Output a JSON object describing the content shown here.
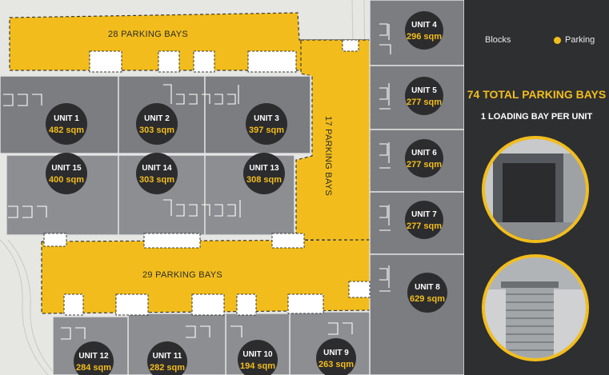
{
  "parking_areas": [
    {
      "id": "top",
      "label": "28 PARKING BAYS"
    },
    {
      "id": "mid",
      "label": "17 PARKING BAYS"
    },
    {
      "id": "bottom",
      "label": "29 PARKING BAYS"
    }
  ],
  "units": [
    {
      "name": "UNIT 1",
      "area": "482 sqm"
    },
    {
      "name": "UNIT 2",
      "area": "303 sqm"
    },
    {
      "name": "UNIT 3",
      "area": "397 sqm"
    },
    {
      "name": "UNIT 4",
      "area": "296 sqm"
    },
    {
      "name": "UNIT 5",
      "area": "277 sqm"
    },
    {
      "name": "UNIT 6",
      "area": "277 sqm"
    },
    {
      "name": "UNIT 7",
      "area": "277 sqm"
    },
    {
      "name": "UNIT 8",
      "area": "629 sqm"
    },
    {
      "name": "UNIT 9",
      "area": "263 sqm"
    },
    {
      "name": "UNIT 10",
      "area": "194 sqm"
    },
    {
      "name": "UNIT 11",
      "area": "282 sqm"
    },
    {
      "name": "UNIT 12",
      "area": "284 sqm"
    },
    {
      "name": "UNIT 13",
      "area": "308 sqm"
    },
    {
      "name": "UNIT 14",
      "area": "303 sqm"
    },
    {
      "name": "UNIT 15",
      "area": "400 sqm"
    }
  ],
  "legend": {
    "blocks": "Blocks",
    "parking": "Parking"
  },
  "summary": {
    "total": "74 TOTAL PARKING BAYS",
    "loading": "1 LOADING BAY PER UNIT"
  },
  "colors": {
    "parking": "#f2bd1c",
    "blocks": "#7b7d80",
    "panel": "#2e2f31",
    "badge": "#2c2c2e"
  }
}
